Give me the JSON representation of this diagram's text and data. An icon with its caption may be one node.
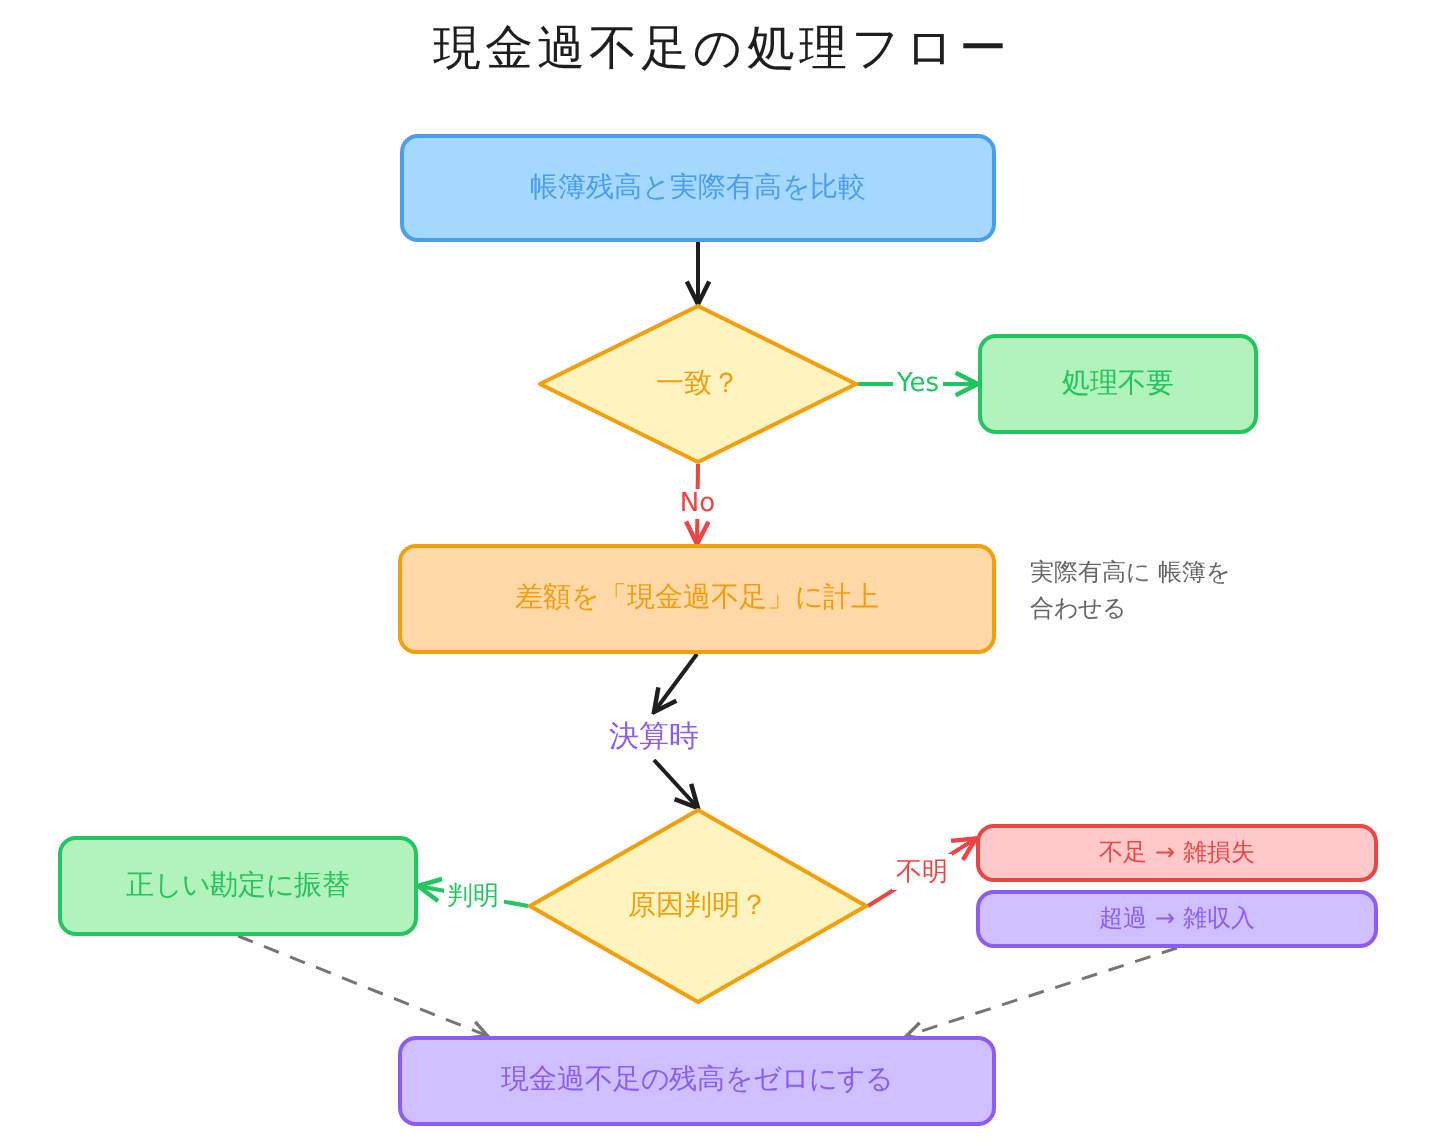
{
  "diagram": {
    "title": "現金過不足の処理フロー",
    "nodes": [
      {
        "text": [
          "帳簿残高と実際有高を比較"
        ]
      },
      {
        "text": [
          "一致？"
        ]
      },
      {
        "text": [
          "処理不要"
        ]
      },
      {
        "text": [
          "差額を「現金過不足」に計上"
        ],
        "beside": [
          "実際有高に 帳簿を合わせる"
        ]
      },
      {
        "text": [
          "決算時"
        ]
      },
      {
        "text": [
          "原因判明？"
        ]
      },
      {
        "text": [
          "正しい勘定に振替"
        ]
      },
      {
        "text": [
          "不足 → 雑損失"
        ]
      },
      {
        "text": [
          "超過 → 雑収入"
        ]
      },
      {
        "text": [
          "現金過不足の残高をゼロにする"
        ]
      }
    ],
    "edges": [
      {
        "from": 0,
        "to": 1,
        "arrow": "to"
      },
      {
        "from": 1,
        "to": 2,
        "arrow": "to",
        "label": "Yes",
        "color": "#22c55e"
      },
      {
        "from": 1,
        "to": 3,
        "arrow": "to",
        "label": "No",
        "color": "#ef4444"
      },
      {
        "from": 3,
        "to": 4,
        "arrow": "to"
      },
      {
        "from": 4,
        "to": 5,
        "arrow": "to"
      },
      {
        "from": 5,
        "to": 6,
        "arrow": "to",
        "label": "判明",
        "color": "#22c55e"
      },
      {
        "from": 5,
        "to": 7,
        "arrow": "to",
        "label": "不明",
        "color": "#ef4444"
      },
      {
        "from": 6,
        "to": 9,
        "arrow": "to",
        "style": "dashed",
        "color": "#757575"
      },
      {
        "from": 8,
        "to": 9,
        "arrow": "to",
        "style": "dashed",
        "color": "#757575"
      }
    ]
  }
}
